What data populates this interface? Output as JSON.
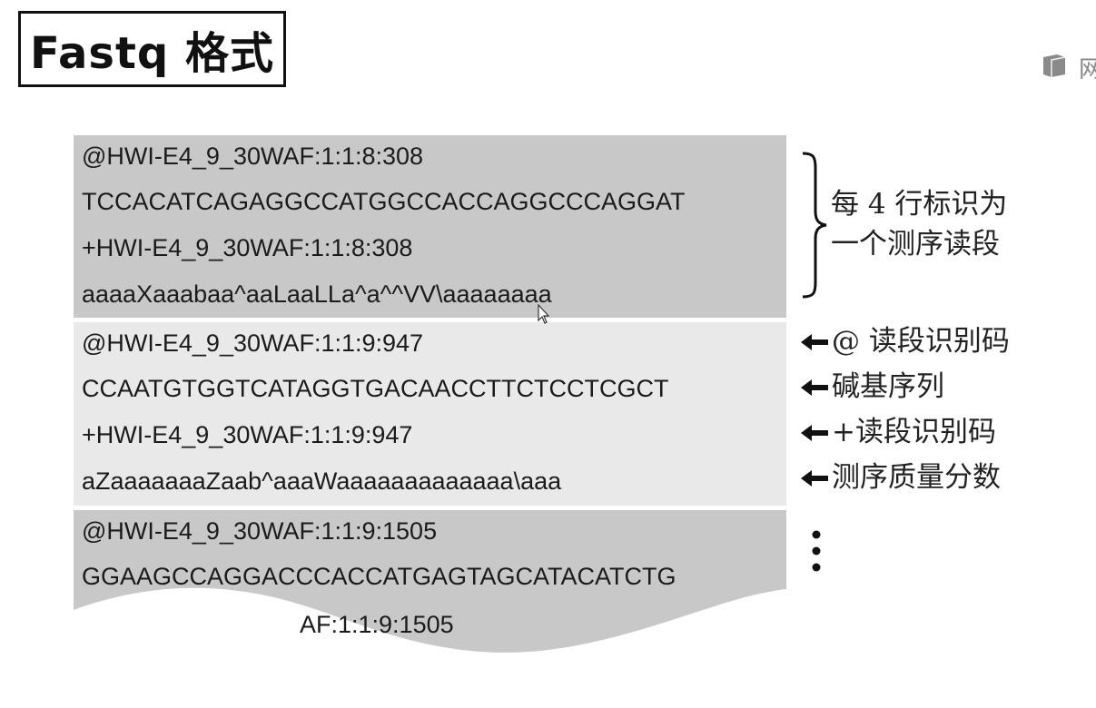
{
  "title": "Fastq 格式",
  "corner_label": "网",
  "records": [
    {
      "id_line": "@HWI-E4_9_30WAF:1:1:8:308",
      "sequence": "TCCACATCAGAGGCCATGGCCACCAGGCCCAGGAT",
      "plus_line": "+HWI-E4_9_30WAF:1:1:8:308",
      "quality": "aaaaXaaabaa^aaLaaLLa^a^^VV\\aaaaaaaa"
    },
    {
      "id_line": "@HWI-E4_9_30WAF:1:1:9:947",
      "sequence": "CCAATGTGGTCATAGGTGACAACCTTCTCCTCGCT",
      "plus_line": "+HWI-E4_9_30WAF:1:1:9:947",
      "quality": "aZaaaaaaaZaab^aaaWaaaaaaaaaaaaa\\aaa"
    },
    {
      "id_line": "@HWI-E4_9_30WAF:1:1:9:1505",
      "sequence": "GGAAGCCAGGACCCACCATGAGTAGCATACATCTG",
      "plus_line_partial": "AF:1:1:9:1505"
    }
  ],
  "annotations": {
    "brace_line1": "每 4 行标识为",
    "brace_line2": "一个测序读段",
    "id_label": "@ 读段识别码",
    "seq_label": "碱基序列",
    "plus_label": "+读段识别码",
    "qual_label": "测序质量分数"
  },
  "colors": {
    "dark_block": "#c8c8c8",
    "light_block": "#e9e9e9"
  }
}
